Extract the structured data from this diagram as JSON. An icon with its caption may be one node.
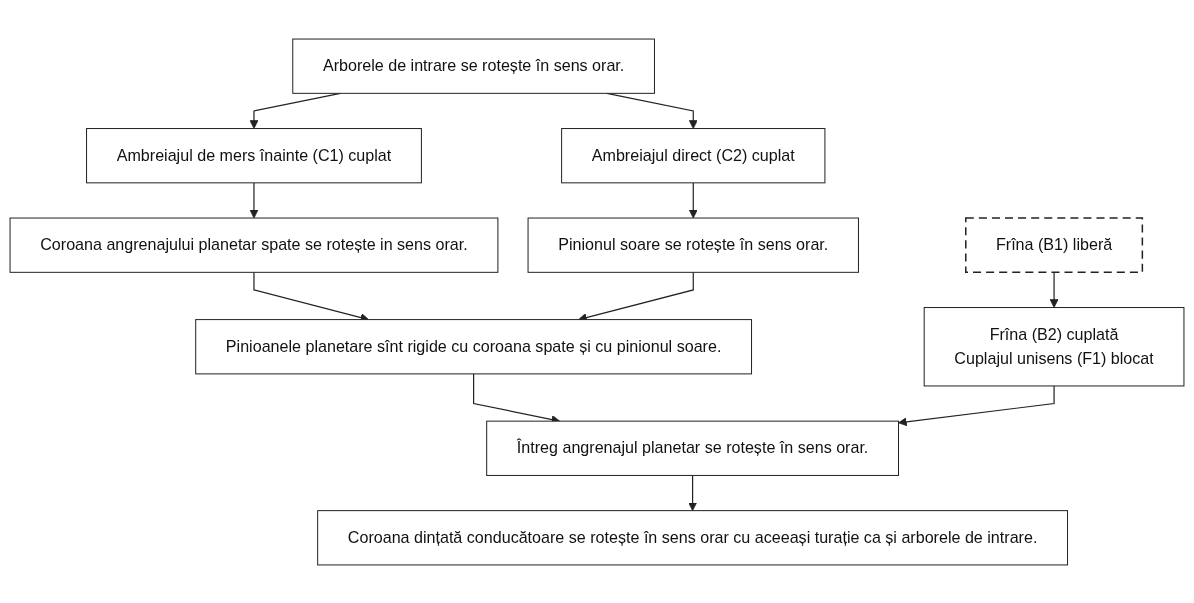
{
  "diagram": {
    "nodes": [
      {
        "text": [
          "Arborele de intrare se rotește în sens orar."
        ]
      },
      {
        "text": [
          "Ambreiajul de mers înainte (C1) cuplat"
        ]
      },
      {
        "text": [
          "Ambreiajul direct (C2) cuplat"
        ]
      },
      {
        "text": [
          "Coroana angrenajului planetar spate se rotește in sens orar."
        ]
      },
      {
        "text": [
          "Pinionul soare se rotește în sens orar."
        ]
      },
      {
        "text": [
          "Pinioanele planetare sînt rigide cu coroana spate și cu pinionul soare."
        ]
      },
      {
        "text": [
          "Frîna (B2) cuplată",
          "Cuplajul unisens (F1) blocat"
        ]
      },
      {
        "text": [
          "Frîna (B1) liberă"
        ]
      },
      {
        "text": [
          "Întreg angrenajul planetar se rotește în sens orar."
        ]
      },
      {
        "text": [
          "Coroana dințată conducătoare se rotește în sens orar cu aceeași turație ca și arborele de intrare."
        ]
      }
    ],
    "edges": [
      {
        "from": 0,
        "to": 1,
        "arrow": "to"
      },
      {
        "from": 0,
        "to": 2,
        "arrow": "to"
      },
      {
        "from": 1,
        "to": 3,
        "arrow": "to"
      },
      {
        "from": 2,
        "to": 4,
        "arrow": "to"
      },
      {
        "from": 3,
        "to": 5,
        "arrow": "to"
      },
      {
        "from": 4,
        "to": 5,
        "arrow": "to"
      },
      {
        "from": 5,
        "to": 8,
        "arrow": "to"
      },
      {
        "from": 6,
        "to": 8,
        "arrow": "to"
      },
      {
        "from": 7,
        "to": 6,
        "arrow": "to"
      },
      {
        "from": 8,
        "to": 9,
        "arrow": "to"
      }
    ]
  }
}
